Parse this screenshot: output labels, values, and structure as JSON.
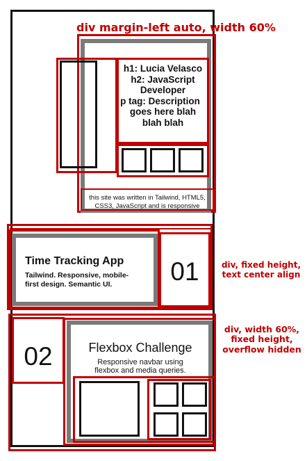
{
  "annotations": {
    "top": "div margin-left auto, width 60%",
    "middle_line1": "div, fixed height,",
    "middle_line2": "text center align",
    "bottom_line1": "div, width 60%,",
    "bottom_line2": "fixed height,",
    "bottom_line3": "overflow hidden"
  },
  "hero": {
    "h1": "h1: Lucia Velasco",
    "h2_line1": "h2: JavaScript",
    "h2_line2": "Developer",
    "p_line1": "p tag: Description",
    "p_line2": "goes here blah",
    "p_line3": "blah blah",
    "footer_line1": "this site was written in Tailwind, HTML5,",
    "footer_line2": "CSS3, JavaScript and is responsive"
  },
  "project1": {
    "title": "Time Tracking App",
    "desc_line1": "Tailwind. Responsive, mobile-",
    "desc_line2": "first design. Semantic UI.",
    "number": "01"
  },
  "project2": {
    "number": "02",
    "title": "Flexbox Challenge",
    "desc_line1": "Responsive navbar using",
    "desc_line2": "flexbox and media queries."
  },
  "colors": {
    "annotation_red": "#c00000",
    "outline_black": "#111111",
    "frame_gray": "#7a7a7a"
  }
}
